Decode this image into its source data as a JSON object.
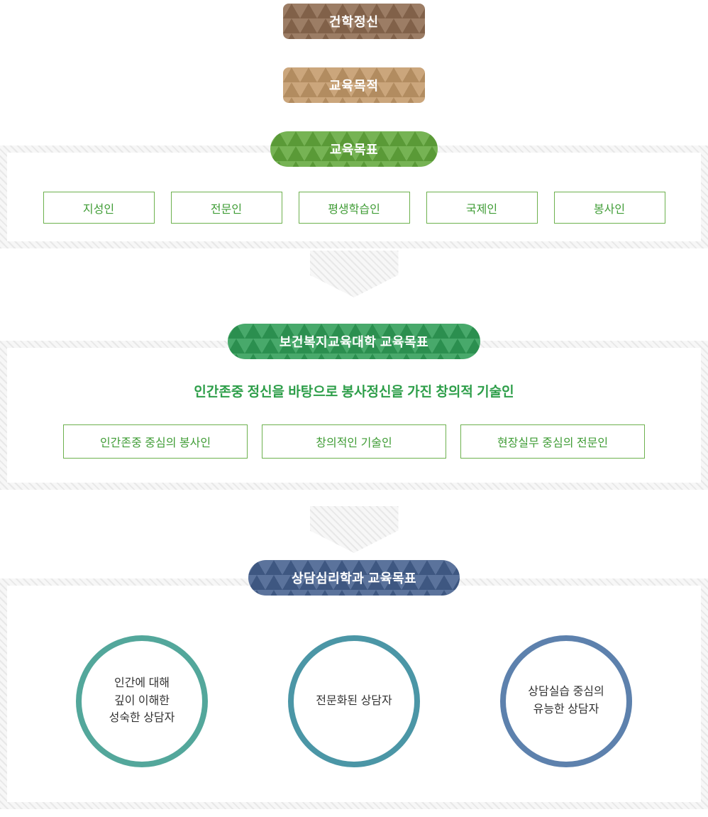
{
  "diagram": {
    "founding_spirit": "건학정신",
    "education_purpose": "교육목적",
    "university_goals": {
      "title": "교육목표",
      "items": [
        "지성인",
        "전문인",
        "평생학습인",
        "국제인",
        "봉사인"
      ]
    },
    "college_goals": {
      "title": "보건복지교육대학 교육목표",
      "slogan": "인간존중 정신을 바탕으로 봉사정신을 가진 창의적 기술인",
      "items": [
        "인간존중 중심의 봉사인",
        "창의적인 기술인",
        "현장실무 중심의 전문인"
      ]
    },
    "department_goals": {
      "title": "상담심리학과 교육목표",
      "items": [
        "인간에 대해\n깊이 이해한\n성숙한 상담자",
        "전문화된 상담자",
        "상담실습 중심의\n유능한 상담자"
      ]
    }
  },
  "colors": {
    "founding_spirit_brown": "#8e6b50",
    "education_purpose_tan": "#c49a6a",
    "university_goals_green": "#63a93c",
    "college_goals_green": "#2f9d57",
    "department_goals_navy": "#44608e",
    "goal_box_border_green": "#6db14e",
    "goal_box_text_green": "#3f9c35",
    "slogan_green": "#2d9e49",
    "circle_teal": "#53a79b",
    "circle_teal_blue": "#4b96a6",
    "circle_blue": "#5d81ad",
    "band_stripe_gray": "#e8e8e8"
  }
}
